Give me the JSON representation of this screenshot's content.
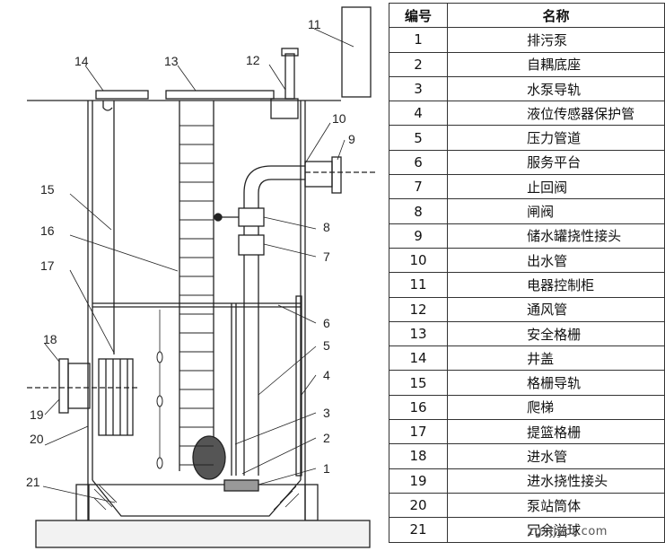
{
  "diagram": {
    "callouts": [
      "1",
      "2",
      "3",
      "4",
      "5",
      "6",
      "7",
      "8",
      "9",
      "10",
      "11",
      "12",
      "13",
      "14",
      "15",
      "16",
      "17",
      "18",
      "19",
      "20",
      "21"
    ]
  },
  "legend": {
    "header": {
      "number": "编号",
      "name": "名称"
    },
    "rows": [
      {
        "num": "1",
        "name": "排污泵"
      },
      {
        "num": "2",
        "name": "自耦底座"
      },
      {
        "num": "3",
        "name": "水泵导轨"
      },
      {
        "num": "4",
        "name": "液位传感器保护管"
      },
      {
        "num": "5",
        "name": "压力管道"
      },
      {
        "num": "6",
        "name": "服务平台"
      },
      {
        "num": "7",
        "name": "止回阀"
      },
      {
        "num": "8",
        "name": "闸阀"
      },
      {
        "num": "9",
        "name": "储水罐挠性接头"
      },
      {
        "num": "10",
        "name": "出水管"
      },
      {
        "num": "11",
        "name": "电器控制柜"
      },
      {
        "num": "12",
        "name": "通风管"
      },
      {
        "num": "13",
        "name": "安全格栅"
      },
      {
        "num": "14",
        "name": "井盖"
      },
      {
        "num": "15",
        "name": "格栅导轨"
      },
      {
        "num": "16",
        "name": "爬梯"
      },
      {
        "num": "17",
        "name": "提篮格栅"
      },
      {
        "num": "18",
        "name": "进水管"
      },
      {
        "num": "19",
        "name": "进水挠性接头"
      },
      {
        "num": "20",
        "name": "泵站筒体"
      },
      {
        "num": "21",
        "name": "冗余溢球"
      }
    ]
  },
  "watermark": "zgxjjypt.com"
}
